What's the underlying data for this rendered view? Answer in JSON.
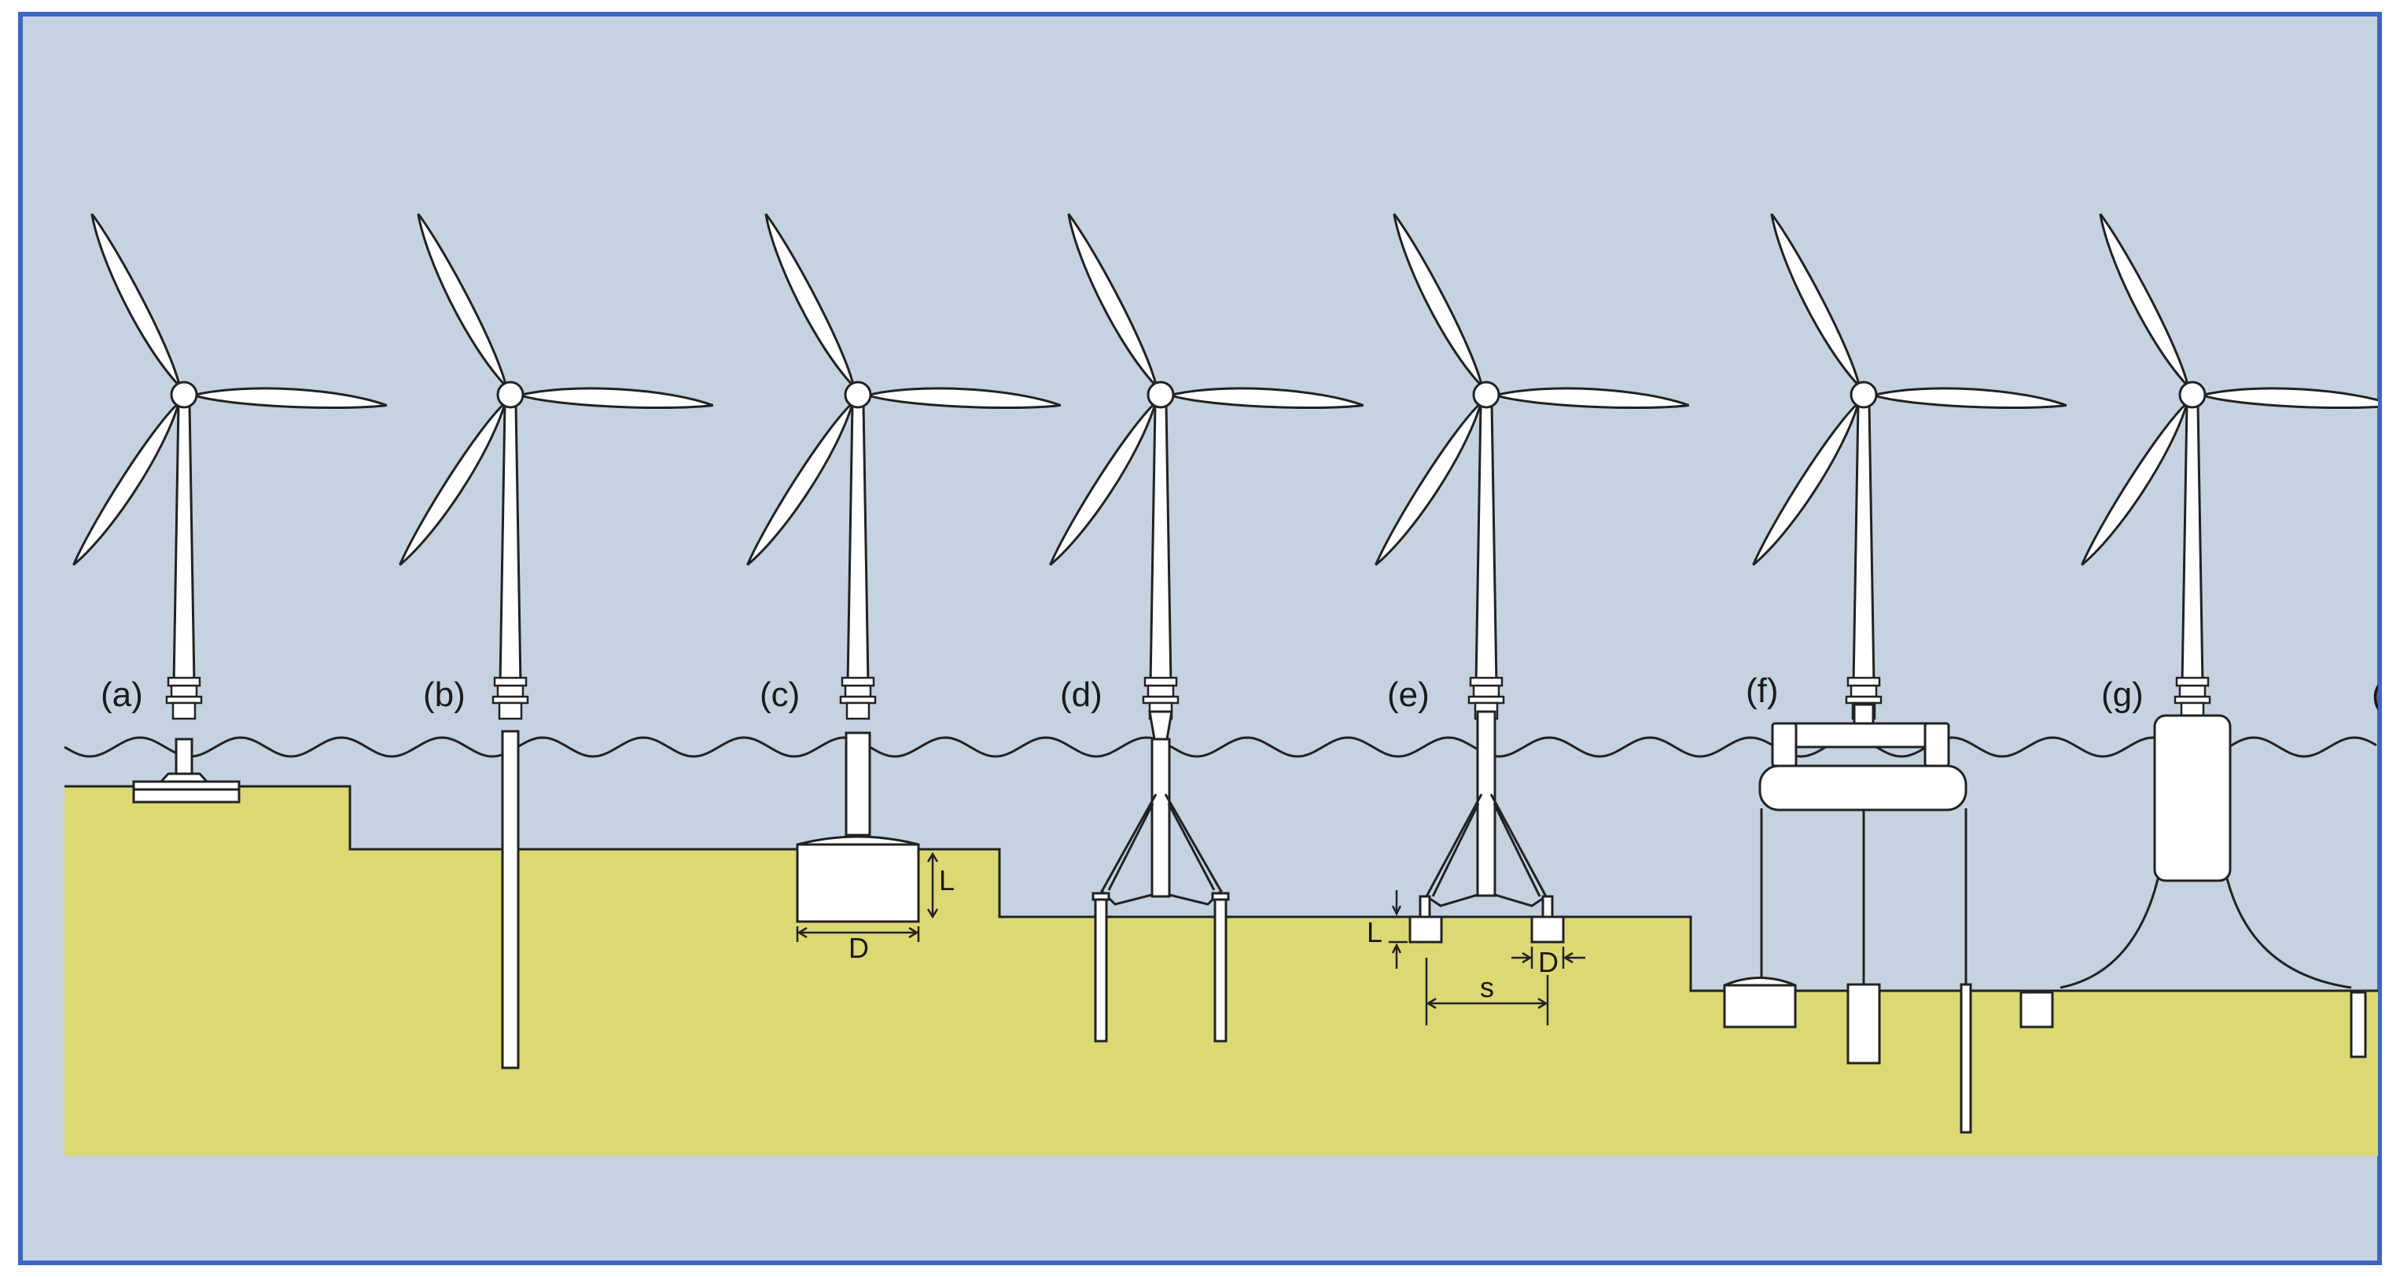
{
  "colors": {
    "sky": "#c5d2e0",
    "seabed": "#dcd974",
    "frame": "#3f65c4",
    "structure": "#ffffff",
    "outline": "#222222"
  },
  "labels": [
    "(a)",
    "(b)",
    "(c)",
    "(d)",
    "(e)",
    "(f)",
    "(g)",
    "("
  ],
  "dimensions": {
    "c_length": "L",
    "c_diameter": "D",
    "e_length": "L",
    "e_diameter": "D",
    "e_spacing": "s"
  }
}
